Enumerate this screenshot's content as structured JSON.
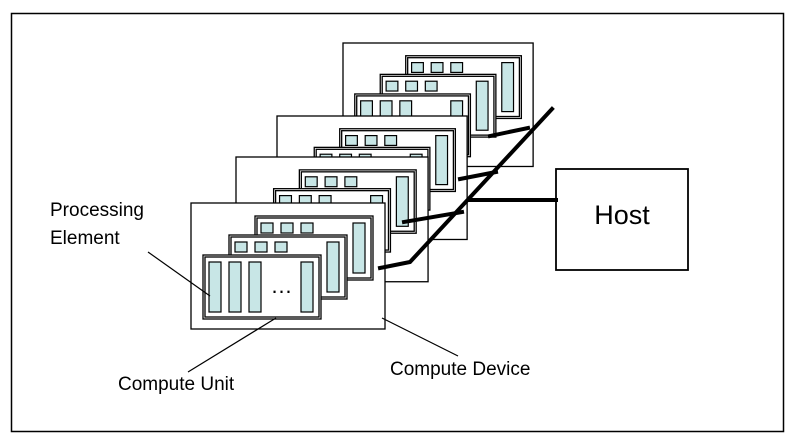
{
  "figure": {
    "host_label": "Host",
    "pe_label_line1": "Processing",
    "pe_label_line2": "Element",
    "cu_label": "Compute Unit",
    "cd_label": "Compute Device",
    "ellipsis": "…",
    "pe_fill": "#c8e6e6",
    "outline_color": "#000000",
    "background_color": "#ffffff",
    "compute_devices_shown": 4,
    "compute_units_per_device": 3,
    "processing_elements_per_unit": 4
  }
}
